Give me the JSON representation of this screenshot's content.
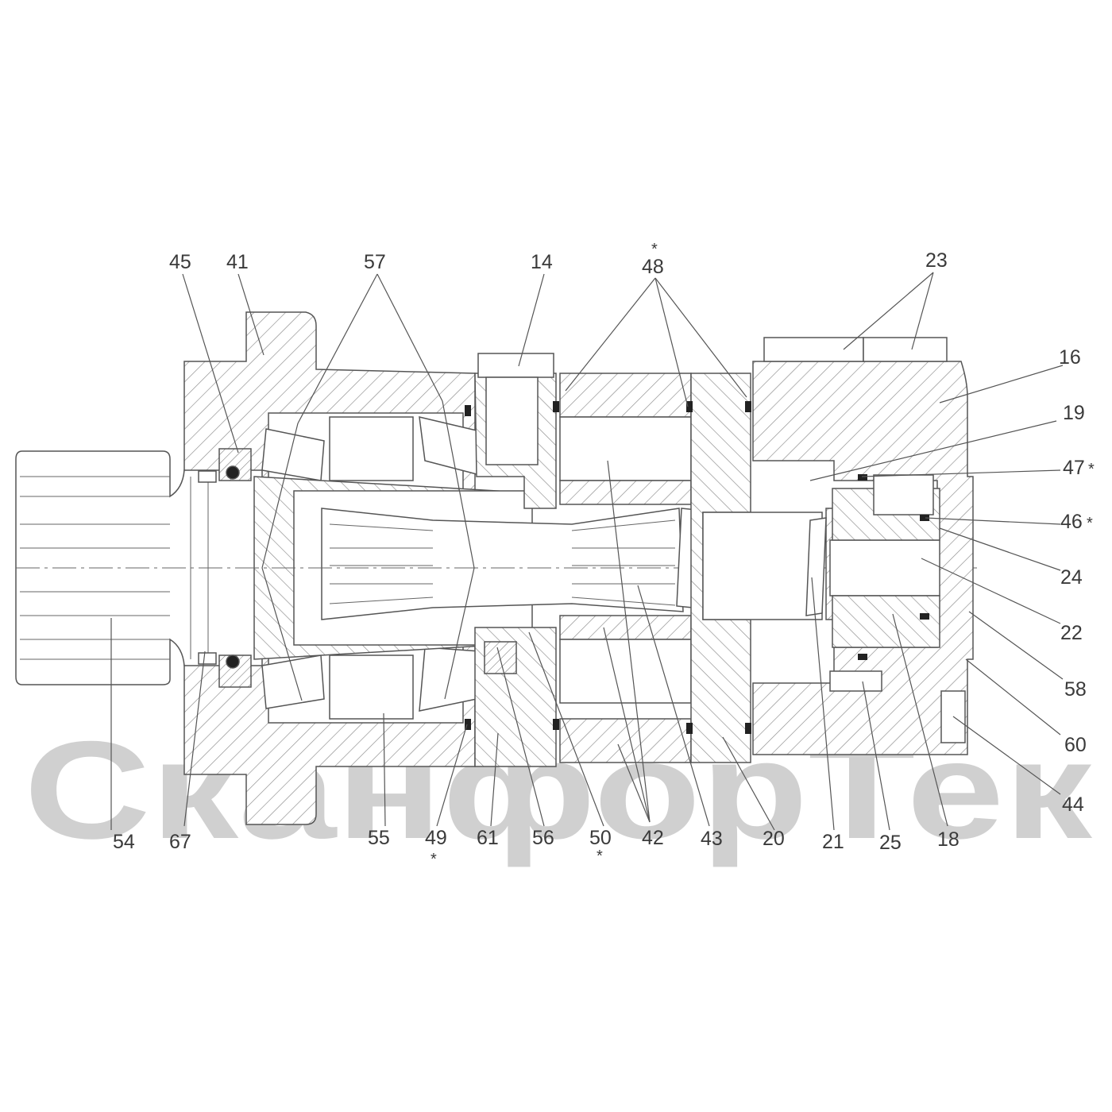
{
  "watermark": "СканфорТек",
  "callouts": [
    {
      "id": "54",
      "text": "54",
      "star": ""
    },
    {
      "id": "67",
      "text": "67",
      "star": ""
    },
    {
      "id": "45",
      "text": "45",
      "star": ""
    },
    {
      "id": "41",
      "text": "41",
      "star": ""
    },
    {
      "id": "57",
      "text": "57",
      "star": ""
    },
    {
      "id": "14",
      "text": "14",
      "star": ""
    },
    {
      "id": "48",
      "text": "48",
      "star": "*"
    },
    {
      "id": "23",
      "text": "23",
      "star": ""
    },
    {
      "id": "16",
      "text": "16",
      "star": ""
    },
    {
      "id": "19",
      "text": "19",
      "star": ""
    },
    {
      "id": "47",
      "text": "47",
      "star": "*"
    },
    {
      "id": "46",
      "text": "46",
      "star": "*"
    },
    {
      "id": "24",
      "text": "24",
      "star": ""
    },
    {
      "id": "22",
      "text": "22",
      "star": ""
    },
    {
      "id": "58",
      "text": "58",
      "star": ""
    },
    {
      "id": "60",
      "text": "60",
      "star": ""
    },
    {
      "id": "44",
      "text": "44",
      "star": ""
    },
    {
      "id": "18",
      "text": "18",
      "star": ""
    },
    {
      "id": "25",
      "text": "25",
      "star": ""
    },
    {
      "id": "21",
      "text": "21",
      "star": ""
    },
    {
      "id": "20",
      "text": "20",
      "star": ""
    },
    {
      "id": "43",
      "text": "43",
      "star": ""
    },
    {
      "id": "42",
      "text": "42",
      "star": ""
    },
    {
      "id": "50",
      "text": "50",
      "star": "*"
    },
    {
      "id": "56",
      "text": "56",
      "star": ""
    },
    {
      "id": "61",
      "text": "61",
      "star": ""
    },
    {
      "id": "49",
      "text": "49",
      "star": "*"
    },
    {
      "id": "55",
      "text": "55",
      "star": ""
    }
  ],
  "colors": {
    "line": "#555555",
    "hatch": "#8a8a8a",
    "label": "#3a3a3a",
    "watermark": "#d0d0d0"
  }
}
